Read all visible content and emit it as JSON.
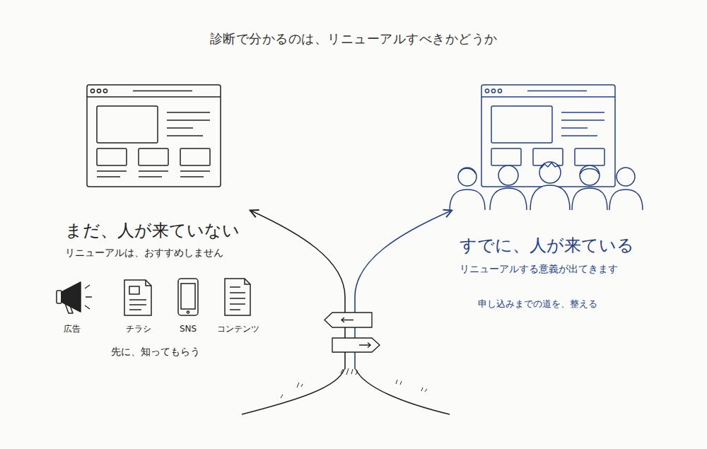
{
  "diagram": {
    "title": "診断で分かるのは、リニューアルすべきかどうか",
    "labels": [
      "まだ、人が来ていない",
      "リニューアルは、おすすめしません",
      "広告",
      "チラシ",
      "SNS",
      "コンテンツ",
      "先に、知ってもらう",
      "すでに、人が来ている",
      "リニューアルする意義が出てきます",
      "申し込みまでの道を、整える"
    ]
  }
}
